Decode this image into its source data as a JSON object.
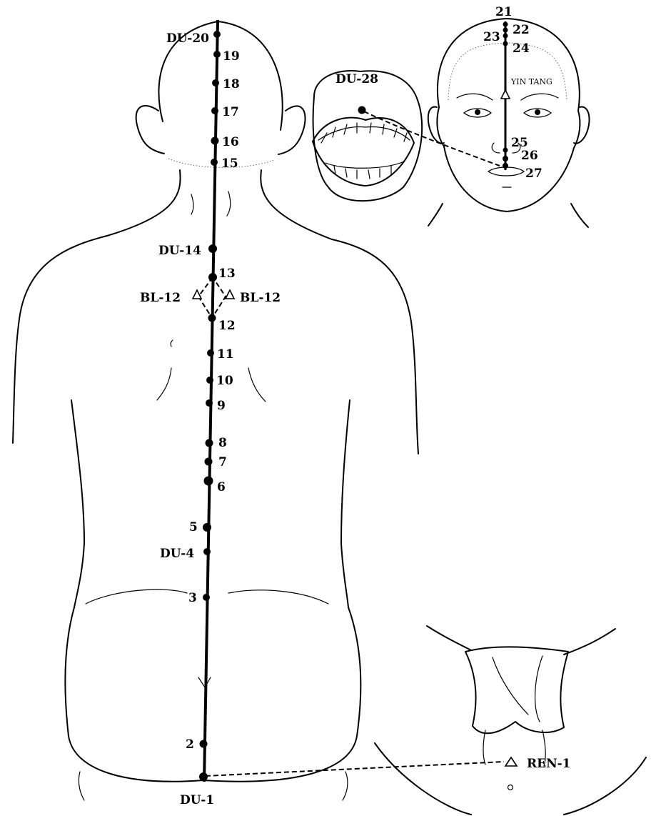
{
  "back_points": [
    {
      "key": "du20",
      "label": "DU-20"
    },
    {
      "key": "p19",
      "label": "19"
    },
    {
      "key": "p18",
      "label": "18"
    },
    {
      "key": "p17",
      "label": "17"
    },
    {
      "key": "p16",
      "label": "16"
    },
    {
      "key": "p15",
      "label": "15"
    },
    {
      "key": "du14",
      "label": "DU-14"
    },
    {
      "key": "p13",
      "label": "13"
    },
    {
      "key": "p12",
      "label": "12"
    },
    {
      "key": "p11",
      "label": "11"
    },
    {
      "key": "p10",
      "label": "10"
    },
    {
      "key": "p9",
      "label": "9"
    },
    {
      "key": "p8",
      "label": "8"
    },
    {
      "key": "p7",
      "label": "7"
    },
    {
      "key": "p6",
      "label": "6"
    },
    {
      "key": "p5",
      "label": "5"
    },
    {
      "key": "du4",
      "label": "DU-4"
    },
    {
      "key": "p3",
      "label": "3"
    },
    {
      "key": "p2",
      "label": "2"
    },
    {
      "key": "du1",
      "label": "DU-1"
    }
  ],
  "bladder_points": {
    "left": "BL-12",
    "right": "BL-12"
  },
  "face_points": [
    {
      "key": "p21",
      "label": "21"
    },
    {
      "key": "p22",
      "label": "22"
    },
    {
      "key": "p23",
      "label": "23"
    },
    {
      "key": "p24",
      "label": "24"
    },
    {
      "key": "p25",
      "label": "25"
    },
    {
      "key": "p26",
      "label": "26"
    },
    {
      "key": "p27",
      "label": "27"
    }
  ],
  "extra_points": {
    "yin_tang": "YIN TANG",
    "mouth": "DU-28",
    "ren": "REN-1"
  }
}
